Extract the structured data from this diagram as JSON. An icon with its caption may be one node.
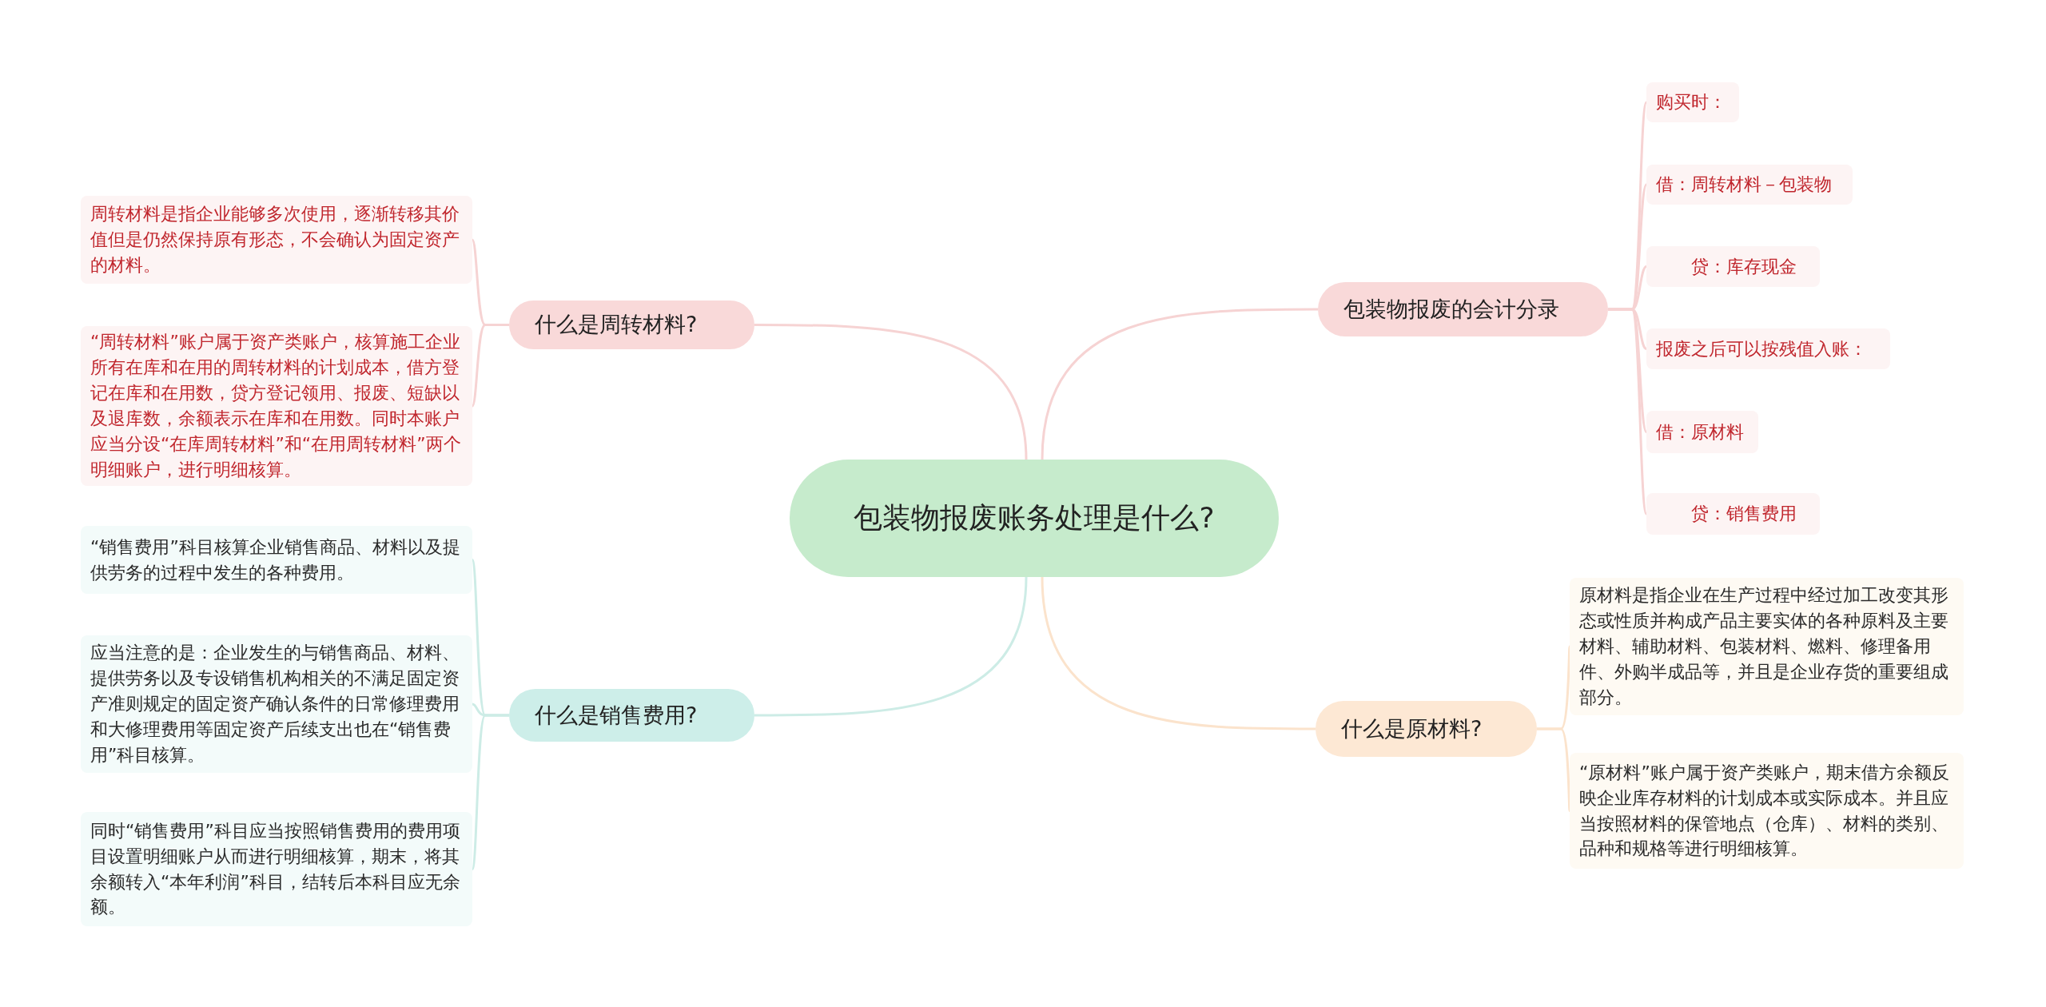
{
  "diagram": {
    "nodes": [
      {
        "text": [
          "包装物报废账务处理是什么?"
        ]
      },
      {
        "text": [
          "什么是周转材料?"
        ]
      },
      {
        "text": [
          "周转材料是指企业能够多次使用，逐渐转移其价值但是仍然保持原有形态，不会确认为固定资产的材料。"
        ]
      },
      {
        "text": [
          "“周转材料”账户属于资产类账户，核算施工企业所有在库和在用的周转材料的计划成本，借方登记在库和在用数，贷方登记领用、报废、短缺以及退库数，余额表示在库和在用数。同时本账户应当分设“在库周转材料”和“在用周转材料”两个明细账户，进行明细核算。"
        ]
      },
      {
        "text": [
          "什么是销售费用?"
        ]
      },
      {
        "text": [
          "“销售费用”科目核算企业销售商品、材料以及提供劳务的过程中发生的各种费用。"
        ]
      },
      {
        "text": [
          "应当注意的是：企业发生的与销售商品、材料、提供劳务以及专设销售机构相关的不满足固定资产准则规定的固定资产确认条件的日常修理费用和大修理费用等固定资产后续支出也在“销售费用”科目核算。"
        ]
      },
      {
        "text": [
          "同时“销售费用”科目应当按照销售费用的费用项目设置明细账户从而进行明细核算，期末，将其余额转入“本年利润”科目，结转后本科目应无余额。"
        ]
      },
      {
        "text": [
          "包装物报废的会计分录"
        ]
      },
      {
        "text": [
          "购买时："
        ]
      },
      {
        "text": [
          "借：周转材料－包装物"
        ]
      },
      {
        "text": [
          "贷：库存现金"
        ]
      },
      {
        "text": [
          "报废之后可以按残值入账："
        ]
      },
      {
        "text": [
          "借：原材料"
        ]
      },
      {
        "text": [
          "贷：销售费用"
        ]
      },
      {
        "text": [
          "什么是原材料?"
        ]
      },
      {
        "text": [
          "原材料是指企业在生产过程中经过加工改变其形态或性质并构成产品主要实体的各种原料及主要材料、辅助材料、包装材料、燃料、修理备用件、外购半成品等，并且是企业存货的重要组成部分。"
        ]
      },
      {
        "text": [
          "“原材料”账户属于资产类账户，期末借方余额反映企业库存材料的计划成本或实际成本。并且应当按照材料的保管地点（仓库）、材料的类别、品种和规格等进行明细核算。"
        ]
      }
    ],
    "edges": [
      {
        "from": 0,
        "to": 1,
        "arrow": "none"
      },
      {
        "from": 1,
        "to": 2,
        "arrow": "none"
      },
      {
        "from": 1,
        "to": 3,
        "arrow": "none"
      },
      {
        "from": 0,
        "to": 4,
        "arrow": "none",
        "color": "#cdece6"
      },
      {
        "from": 4,
        "to": 5,
        "arrow": "none",
        "color": "#cdece6"
      },
      {
        "from": 4,
        "to": 6,
        "arrow": "none",
        "color": "#cdece6"
      },
      {
        "from": 4,
        "to": 7,
        "arrow": "none",
        "color": "#cdece6"
      },
      {
        "from": 0,
        "to": 8,
        "arrow": "none"
      },
      {
        "from": 8,
        "to": 9,
        "arrow": "none"
      },
      {
        "from": 8,
        "to": 10,
        "arrow": "none"
      },
      {
        "from": 8,
        "to": 11,
        "arrow": "none"
      },
      {
        "from": 8,
        "to": 12,
        "arrow": "none"
      },
      {
        "from": 8,
        "to": 13,
        "arrow": "none"
      },
      {
        "from": 8,
        "to": 14,
        "arrow": "none"
      },
      {
        "from": 0,
        "to": 15,
        "arrow": "none",
        "color": "#fbe3cc"
      },
      {
        "from": 15,
        "to": 16,
        "arrow": "none",
        "color": "#fbe3cc"
      },
      {
        "from": 15,
        "to": 17,
        "arrow": "none",
        "color": "#fbe3cc"
      }
    ]
  }
}
